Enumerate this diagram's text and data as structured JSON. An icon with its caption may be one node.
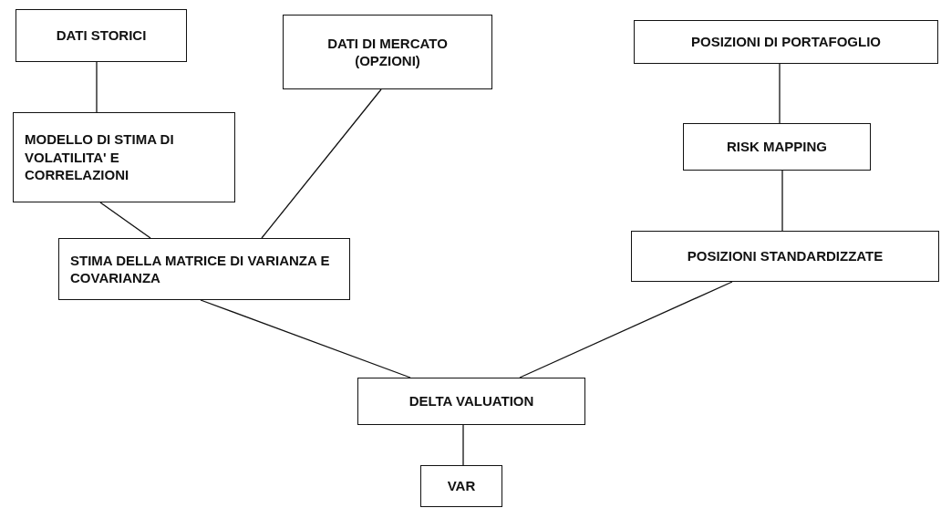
{
  "diagram": {
    "nodes": [
      {
        "text": [
          "DATI STORICI"
        ]
      },
      {
        "text": [
          "MODELLO DI STIMA DI VOLATILITA' E CORRELAZIONI"
        ]
      },
      {
        "text": [
          "DATI DI MERCATO (OPZIONI)"
        ]
      },
      {
        "text": [
          "STIMA DELLA MATRICE DI VARIANZA E COVARIANZA"
        ]
      },
      {
        "text": [
          "POSIZIONI DI PORTAFOGLIO"
        ]
      },
      {
        "text": [
          "RISK MAPPING"
        ]
      },
      {
        "text": [
          "POSIZIONI STANDARDIZZATE"
        ]
      },
      {
        "text": [
          "DELTA VALUATION"
        ]
      },
      {
        "text": [
          "VAR"
        ]
      }
    ],
    "edges": [
      {
        "from": 0,
        "to": 1,
        "arrow": "none"
      },
      {
        "from": 1,
        "to": 3,
        "arrow": "none"
      },
      {
        "from": 2,
        "to": 3,
        "arrow": "none"
      },
      {
        "from": 4,
        "to": 5,
        "arrow": "none"
      },
      {
        "from": 5,
        "to": 6,
        "arrow": "none"
      },
      {
        "from": 3,
        "to": 7,
        "arrow": "none"
      },
      {
        "from": 6,
        "to": 7,
        "arrow": "none"
      },
      {
        "from": 7,
        "to": 8,
        "arrow": "none"
      }
    ]
  }
}
